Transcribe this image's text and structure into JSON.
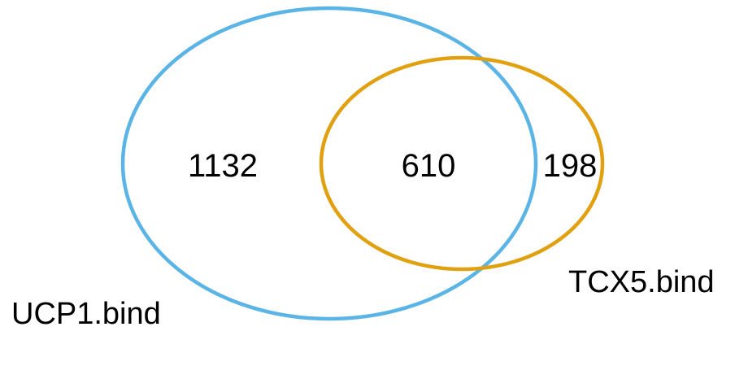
{
  "sets": [
    {
      "name": "UCP1.bind",
      "color": "#5ab4e5"
    },
    {
      "name": "TCX5.bind",
      "color": "#e0a010"
    }
  ],
  "regions": {
    "only_UCP1": "1132",
    "intersection": "610",
    "only_TCX5": "198"
  }
}
